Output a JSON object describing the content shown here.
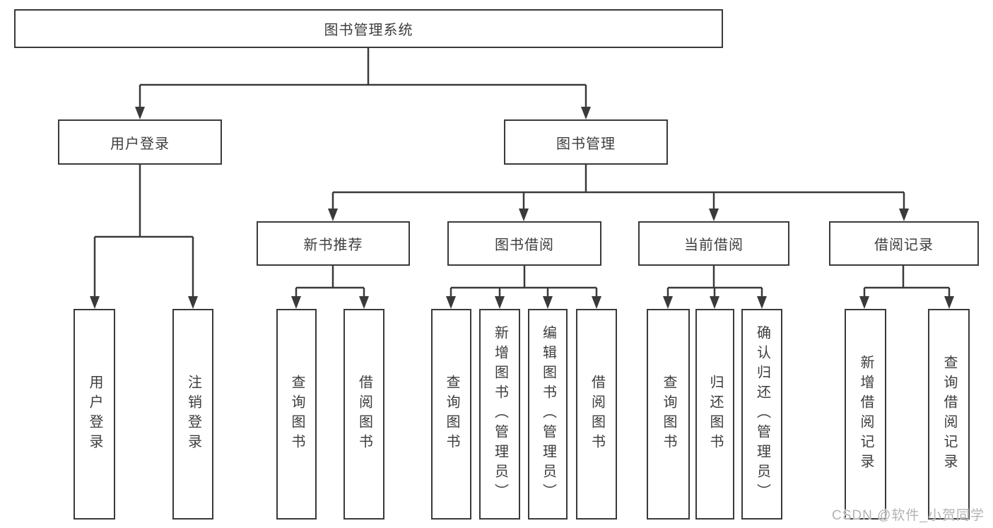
{
  "diagram": {
    "root": {
      "label": "图书管理系统"
    },
    "level2": [
      {
        "label": "用户登录"
      },
      {
        "label": "图书管理"
      }
    ],
    "level3": [
      {
        "label": "新书推荐"
      },
      {
        "label": "图书借阅"
      },
      {
        "label": "当前借阅"
      },
      {
        "label": "借阅记录"
      }
    ],
    "leaves": [
      {
        "label": "用户登录"
      },
      {
        "label": "注销登录"
      },
      {
        "label": "查询图书"
      },
      {
        "label": "借阅图书"
      },
      {
        "label": "查询图书"
      },
      {
        "label": "新增图书（管理员）"
      },
      {
        "label": "编辑图书（管理员）"
      },
      {
        "label": "借阅图书"
      },
      {
        "label": "查询图书"
      },
      {
        "label": "归还图书"
      },
      {
        "label": "确认归还（管理员）"
      },
      {
        "label": "新增借阅记录"
      },
      {
        "label": "查询借阅记录"
      }
    ]
  },
  "watermark": "CSDN @软件_小贺同学",
  "colors": {
    "line": "#3a3a3a",
    "text": "#3d3d3d",
    "watermark": "#b3b3b3",
    "background": "#ffffff"
  }
}
